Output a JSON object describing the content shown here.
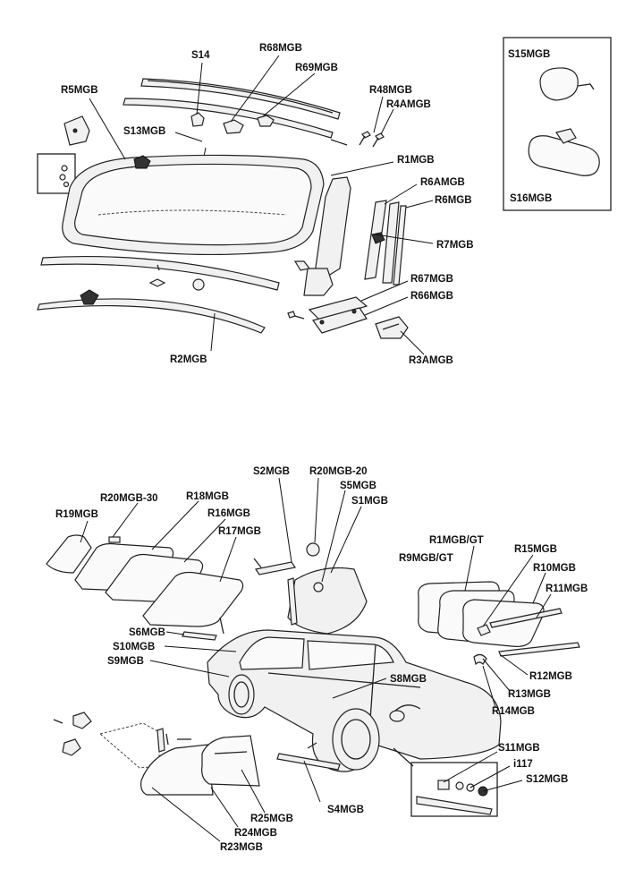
{
  "labels": {
    "s14": "S14",
    "r68mgb": "R68MGB",
    "r69mgb": "R69MGB",
    "r5mgb": "R5MGB",
    "s13mgb": "S13MGB",
    "r48mgb": "R48MGB",
    "r4amgb": "R4AMGB",
    "r1mgb": "R1MGB",
    "r6amgb": "R6AMGB",
    "r6mgb": "R6MGB",
    "r7mgb": "R7MGB",
    "r67mgb": "R67MGB",
    "r66mgb": "R66MGB",
    "r2mgb": "R2MGB",
    "r3amgb": "R3AMGB",
    "s15mgb": "S15MGB",
    "s16mgb": "S16MGB",
    "s2mgb": "S2MGB",
    "r20mgb20": "R20MGB-20",
    "s5mgb": "S5MGB",
    "s1mgb": "S1MGB",
    "r20mgb30": "R20MGB-30",
    "r18mgb": "R18MGB",
    "r19mgb": "R19MGB",
    "r16mgb": "R16MGB",
    "r17mgb": "R17MGB",
    "r1mgbgt": "R1MGB/GT",
    "r15mgb": "R15MGB",
    "r9mgbgt": "R9MGB/GT",
    "r10mgb": "R10MGB",
    "r11mgb": "R11MGB",
    "s6mgb": "S6MGB",
    "s10mgb": "S10MGB",
    "s9mgb": "S9MGB",
    "s8mgb": "S8MGB",
    "r12mgb": "R12MGB",
    "r13mgb": "R13MGB",
    "r14mgb": "R14MGB",
    "s11mgb": "S11MGB",
    "i117": "i117",
    "s12mgb": "S12MGB",
    "s4mgb": "S4MGB",
    "r25mgb": "R25MGB",
    "r24mgb": "R24MGB",
    "r23mgb": "R23MGB"
  }
}
